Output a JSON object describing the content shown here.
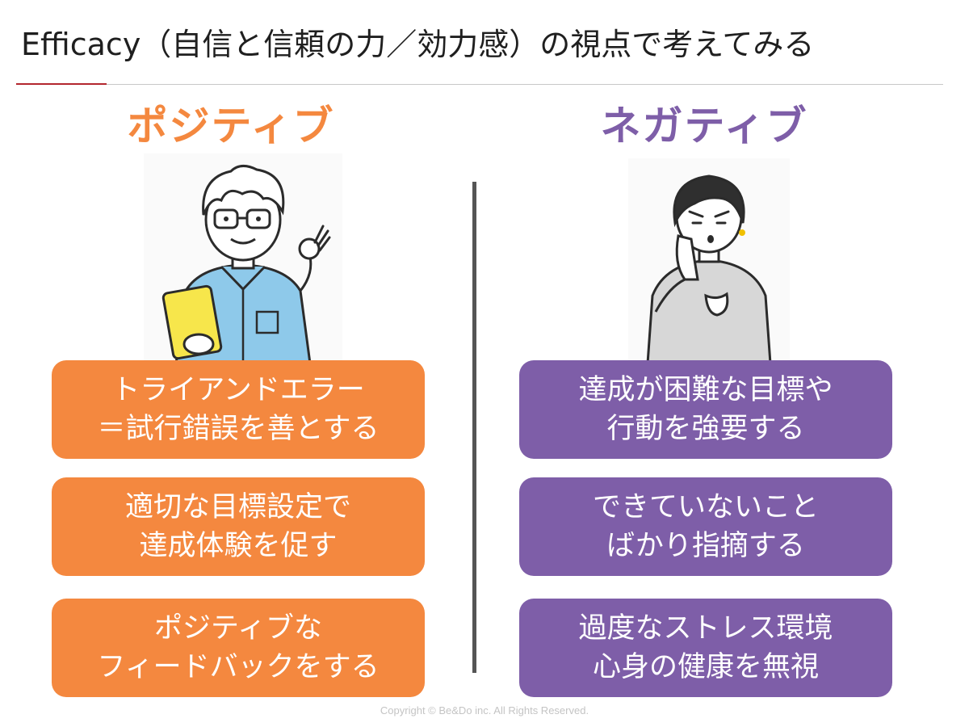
{
  "slide": {
    "title": "Efficacy（自信と信頼の力／効力感）の視点で考えてみる",
    "accent_color": "#b3262e"
  },
  "positive": {
    "heading": "ポジティブ",
    "color": "#f4883f",
    "illustration": "smiling-man-with-tablet-ok-gesture",
    "items": [
      {
        "line1": "トライアンドエラー",
        "line2": "＝試行錯誤を善とする"
      },
      {
        "line1": "適切な目標設定で",
        "line2": "達成体験を促す"
      },
      {
        "line1": "ポジティブな",
        "line2": "フィードバックをする"
      }
    ]
  },
  "negative": {
    "heading": "ネガティブ",
    "color": "#7e5ea8",
    "illustration": "worried-woman-hand-on-cheek",
    "items": [
      {
        "line1": "達成が困難な目標や",
        "line2": "行動を強要する"
      },
      {
        "line1": "できていないこと",
        "line2": "ばかり指摘する"
      },
      {
        "line1": "過度なストレス環境",
        "line2": "心身の健康を無視"
      }
    ]
  },
  "footer": {
    "copyright": "Copyright © Be&Do inc. All Rights Reserved."
  }
}
